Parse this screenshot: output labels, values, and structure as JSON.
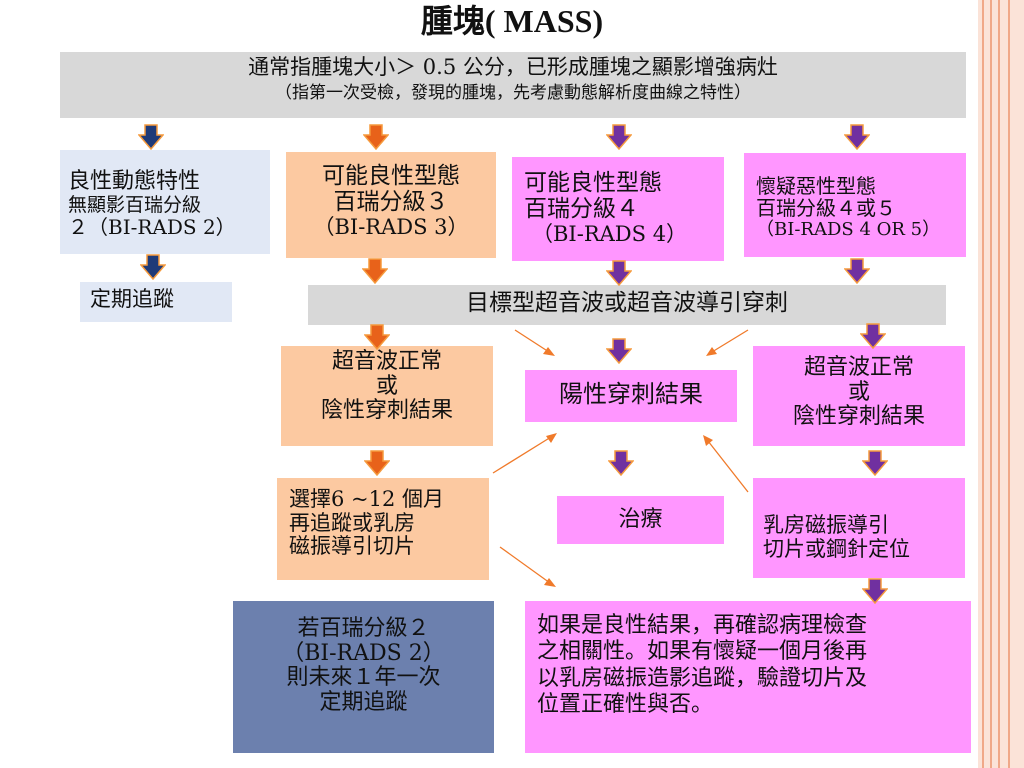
{
  "title": "腫塊( MASS)",
  "header": {
    "line1": "通常指腫塊大小＞ 0.5 公分，已形成腫塊之顯影增強病灶",
    "line2": "（指第一次受檢，發現的腫塊，先考慮動態解析度曲線之特性）"
  },
  "col1": {
    "line1": "良性動態特性",
    "line2": "無顯影百瑞分級",
    "line3": "２（BI-RADS 2）",
    "followup": "定期追蹤"
  },
  "col2": {
    "line1": "可能良性型態",
    "line2": "百瑞分級３",
    "line3": "（BI-RADS 3）"
  },
  "col3": {
    "line1": "可能良性型態",
    "line2": "百瑞分級４",
    "line3": "（BI-RADS 4）"
  },
  "col4": {
    "line1": "懷疑惡性型態",
    "line2": "百瑞分級４或５",
    "line3": "（BI-RADS 4 OR 5）"
  },
  "biopsy": "目標型超音波或超音波導引穿刺",
  "left_result": {
    "line1": "超音波正常",
    "line2": "或",
    "line3": "陰性穿刺結果"
  },
  "positive": "陽性穿刺結果",
  "right_result": {
    "line1": "超音波正常",
    "line2": "或",
    "line3": "陰性穿刺結果"
  },
  "choose": {
    "line1": "選擇6 ~12 個月",
    "line2": "再追蹤或乳房",
    "line3": "磁振導引切片"
  },
  "treatment": "治療",
  "mri_biopsy": {
    "line1": "乳房磁振導引",
    "line2": "切片或鋼針定位"
  },
  "birads2_followup": {
    "line1": "若百瑞分級２",
    "line2": "（BI-RADS 2）",
    "line3": "則未來１年一次",
    "line4": "定期追蹤"
  },
  "benign_note": {
    "line1": "如果是良性結果，再確認病理檢查",
    "line2": "之相關性。如果有懷疑一個月後再",
    "line3": "以乳房磁振造影追蹤，驗證切片及",
    "line4": "位置正確性與否。"
  },
  "colors": {
    "gray": "#d8d8d8",
    "light_blue": "#e1e8f5",
    "peach": "#fcc9a1",
    "pink": "#ff96ff",
    "navy": "#6c80ae",
    "arrow_orange": "#e8621a",
    "arrow_purple": "#7030a0",
    "arrow_navy": "#1f3a78",
    "arrow_outline": "#f59a3d"
  }
}
